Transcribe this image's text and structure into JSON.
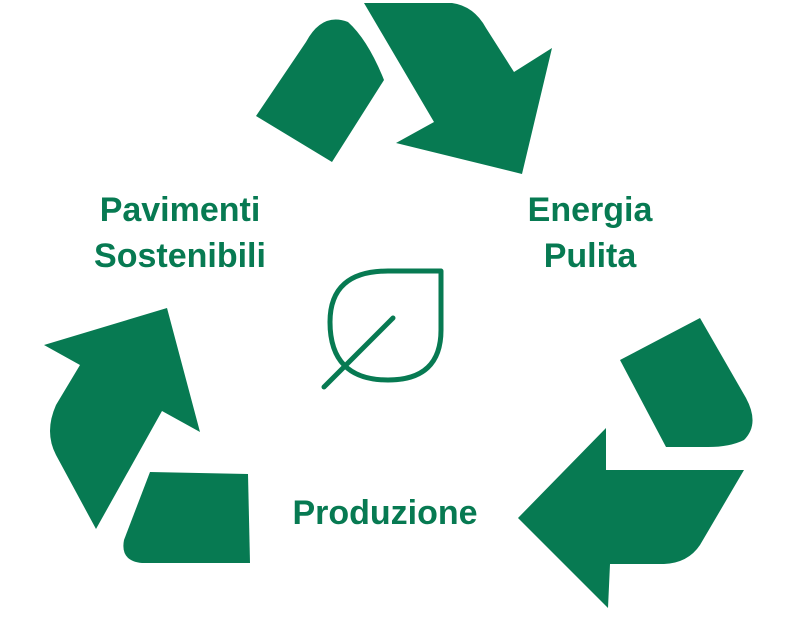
{
  "colors": {
    "brand_green": "#077A52",
    "background": "#FFFFFF"
  },
  "labels": {
    "left_line1": "Pavimenti",
    "left_line2": "Sostenibili",
    "right_line1": "Energia",
    "right_line2": "Pulita",
    "bottom": "Produzione"
  },
  "icons": {
    "center": "leaf-icon",
    "arrows": "recycle-arrow-icon"
  }
}
